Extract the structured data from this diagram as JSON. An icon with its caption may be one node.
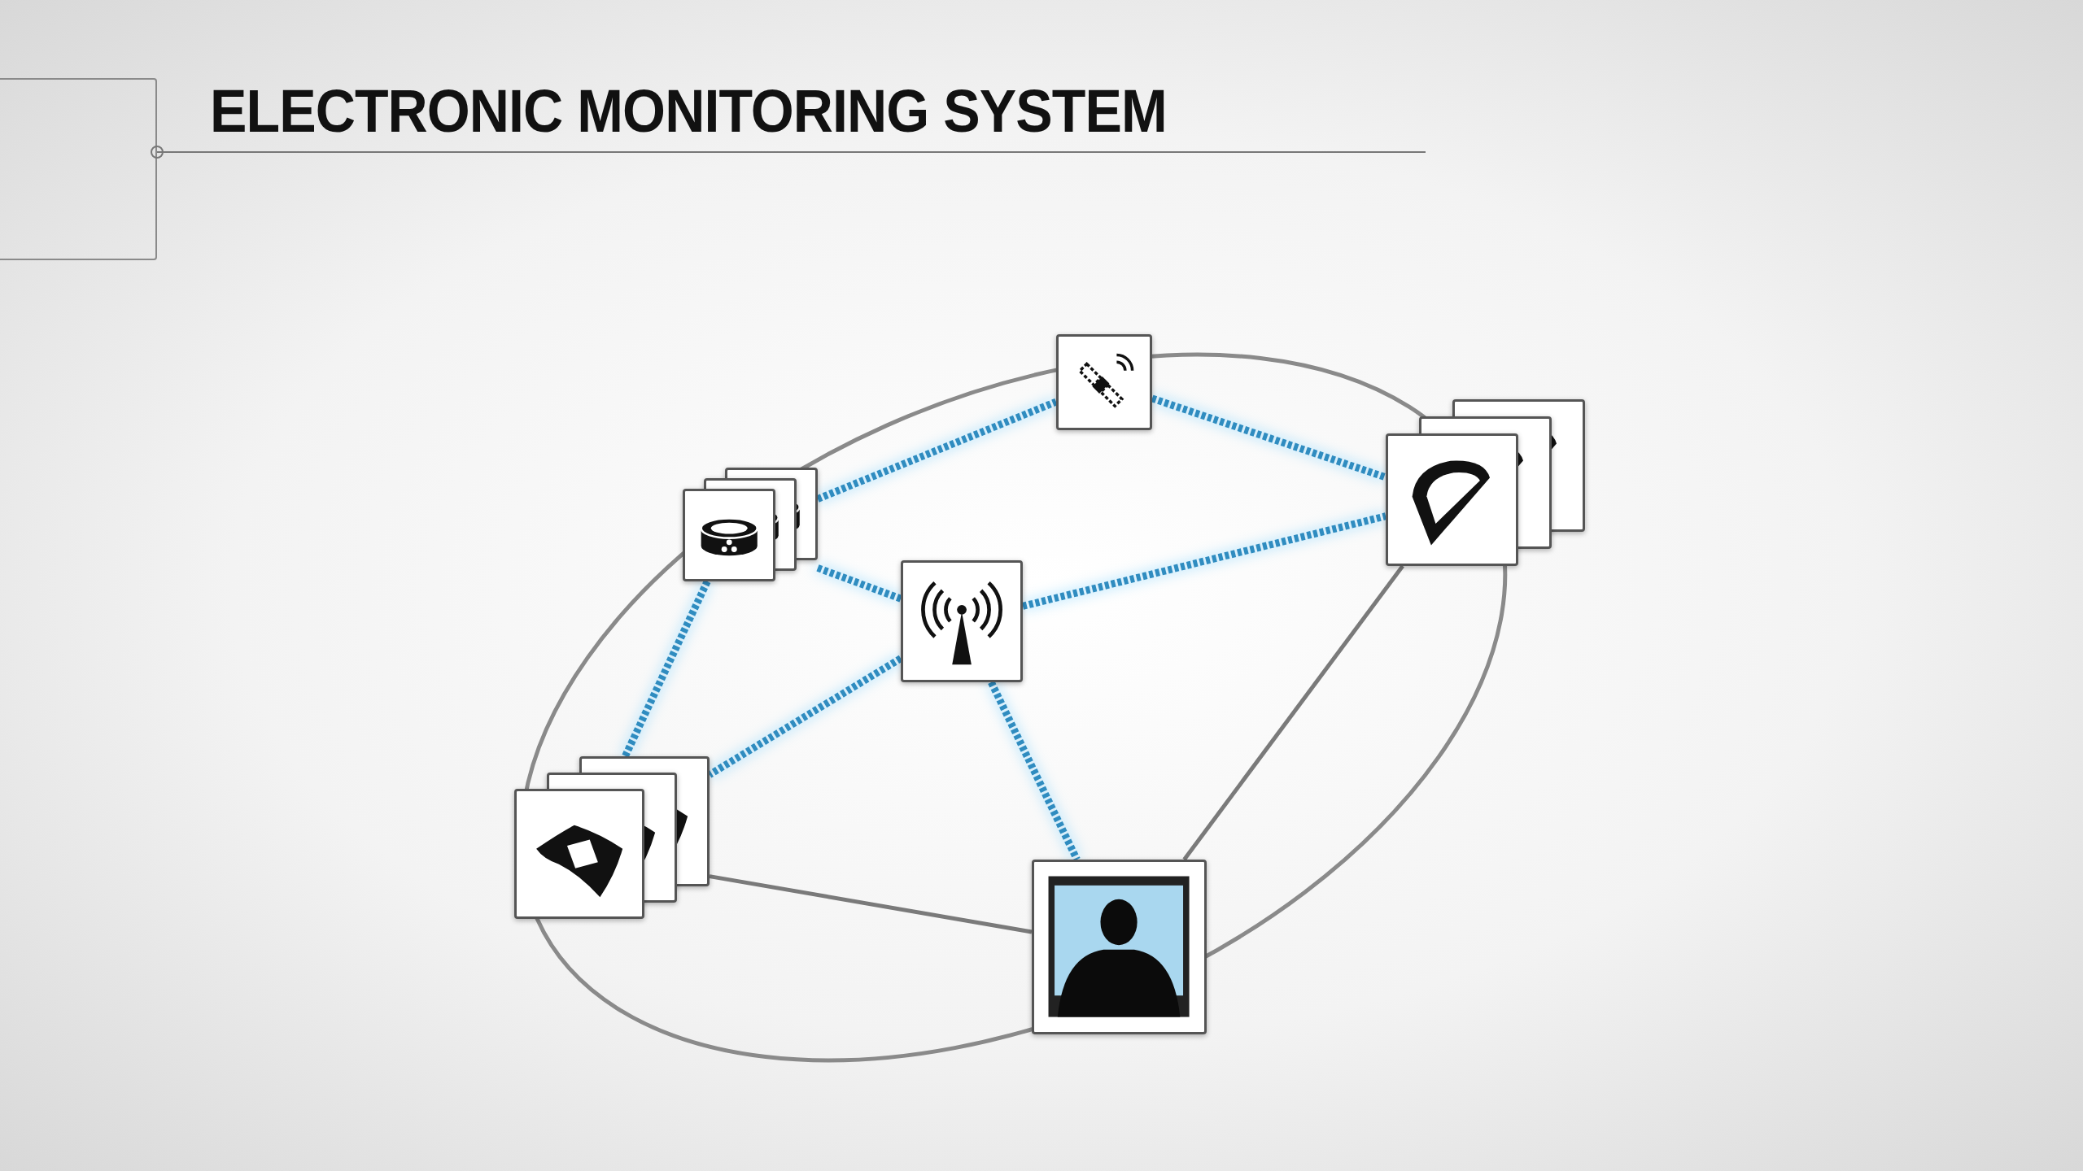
{
  "diagram": {
    "title": "ELECTRONIC MONITORING SYSTEM",
    "nodes": [
      {
        "text": [],
        "shape": "picture"
      },
      {
        "text": [],
        "shape": "picture"
      },
      {
        "text": [],
        "shape": "picture"
      },
      {
        "text": [],
        "shape": "picture"
      },
      {
        "text": [],
        "shape": "picture"
      },
      {
        "text": [],
        "shape": "picture"
      }
    ],
    "edges": [
      {
        "from": 1,
        "to": 0,
        "arrow": "none",
        "style": "dashed"
      },
      {
        "from": 0,
        "to": 3,
        "arrow": "none",
        "style": "dashed"
      },
      {
        "from": 1,
        "to": 2,
        "arrow": "none",
        "style": "dashed"
      },
      {
        "from": 2,
        "to": 3,
        "arrow": "none",
        "style": "dashed"
      },
      {
        "from": 1,
        "to": 4,
        "arrow": "none",
        "style": "dashed"
      },
      {
        "from": 2,
        "to": 4,
        "arrow": "none",
        "style": "dashed"
      },
      {
        "from": 2,
        "to": 5,
        "arrow": "none",
        "style": "dashed"
      },
      {
        "from": 4,
        "to": 5,
        "arrow": "none",
        "color": "#7a7a7a"
      },
      {
        "from": 3,
        "to": 5,
        "arrow": "none",
        "color": "#7a7a7a"
      }
    ]
  }
}
